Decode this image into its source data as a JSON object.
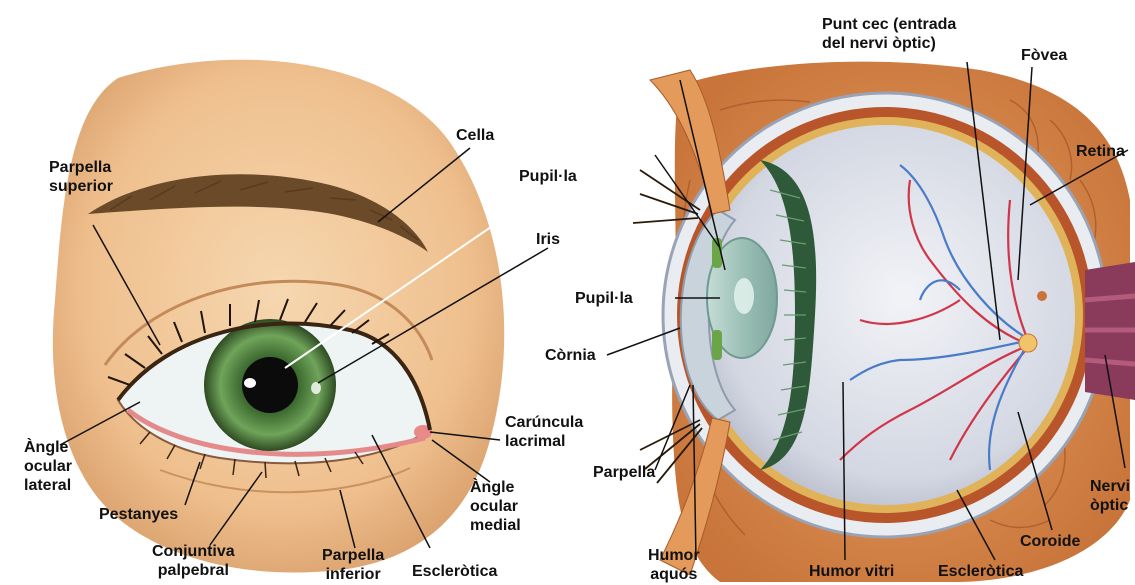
{
  "left_eye": {
    "cella": "Cella",
    "parpella_superior": [
      "Parpella",
      "superior"
    ],
    "pupilla": "Pupil·la",
    "iris": "Iris",
    "angle_lateral": [
      "Àngle",
      "ocular",
      "lateral"
    ],
    "caruncula": [
      "Carúncula",
      "lacrimal"
    ],
    "angle_medial": [
      "Àngle",
      "ocular",
      "medial"
    ],
    "pestanyes": "Pestanyes",
    "conjuntiva": [
      "Conjuntiva",
      "palpebral"
    ],
    "parpella_inferior": [
      "Parpella",
      "inferior"
    ],
    "escleròtica": "Escleròtica"
  },
  "right_eye": {
    "punt_cec": [
      "Punt cec (entrada",
      "del nervi òptic)"
    ],
    "fovea": "Fòvea",
    "retina": "Retina",
    "pupilla": "Pupil·la",
    "cornia": "Còrnia",
    "parpella": "Parpella",
    "nervi_optic": [
      "Nervi",
      "òptic"
    ],
    "coroide": "Coroide",
    "humor_aquos": [
      "Humor",
      "aquós"
    ],
    "humor_vitri": "Humor vitri",
    "escleròtica": "Escleròtica"
  },
  "colors": {
    "skin": "#f2c89a",
    "iris": "#4f8a3c",
    "sclera": "#eef3f4",
    "choroid": "#b8552a",
    "vitreous": "#d9dde6",
    "lens": "#9fc3b8",
    "ciliary": "#2f5a3a",
    "vessel_red": "#d0354a",
    "vessel_blue": "#4a7bc8",
    "muscle": "#d98a4a"
  }
}
